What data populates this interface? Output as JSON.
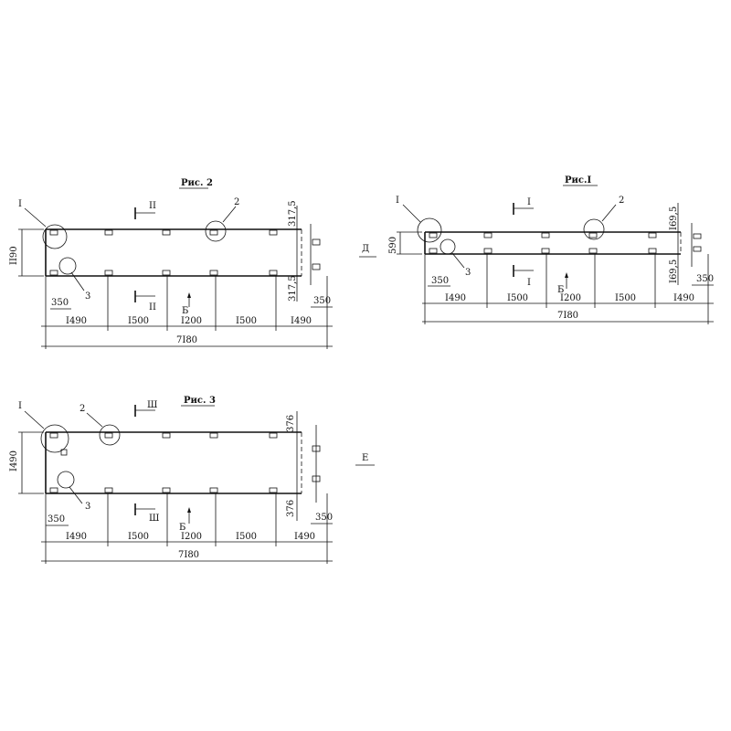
{
  "fig1": {
    "title": "Рис.I",
    "callouts": [
      "I",
      "2",
      "3"
    ],
    "section_marks": [
      "I",
      "I",
      "Д",
      "Б"
    ],
    "dim_height": "590",
    "dim_offset_top": "I69,5",
    "dim_offset_bottom": "I69,5",
    "dim_end_right": "350",
    "dim_end_left": "350",
    "spans": [
      "I490",
      "I500",
      "I200",
      "I500",
      "I490"
    ],
    "total": "7I80"
  },
  "fig2": {
    "title": "Рис. 2",
    "callouts": [
      "I",
      "2",
      "3"
    ],
    "section_marks": [
      "II",
      "II",
      "Б"
    ],
    "dim_height": "II90",
    "dim_offset_top": "317,5",
    "dim_offset_bottom": "317,5",
    "dim_end_right": "350",
    "dim_end_left": "350",
    "spans": [
      "I490",
      "I500",
      "I200",
      "I500",
      "I490"
    ],
    "total": "7I80"
  },
  "fig3": {
    "title": "Рис. 3",
    "callouts": [
      "I",
      "2",
      "3"
    ],
    "section_marks": [
      "Ш",
      "Ш",
      "Е",
      "Б"
    ],
    "dim_height": "I490",
    "dim_offset_top": "376",
    "dim_offset_bottom": "376",
    "dim_end_right": "350",
    "dim_end_left": "350",
    "spans": [
      "I490",
      "I500",
      "I200",
      "I500",
      "I490"
    ],
    "total": "7I80"
  }
}
